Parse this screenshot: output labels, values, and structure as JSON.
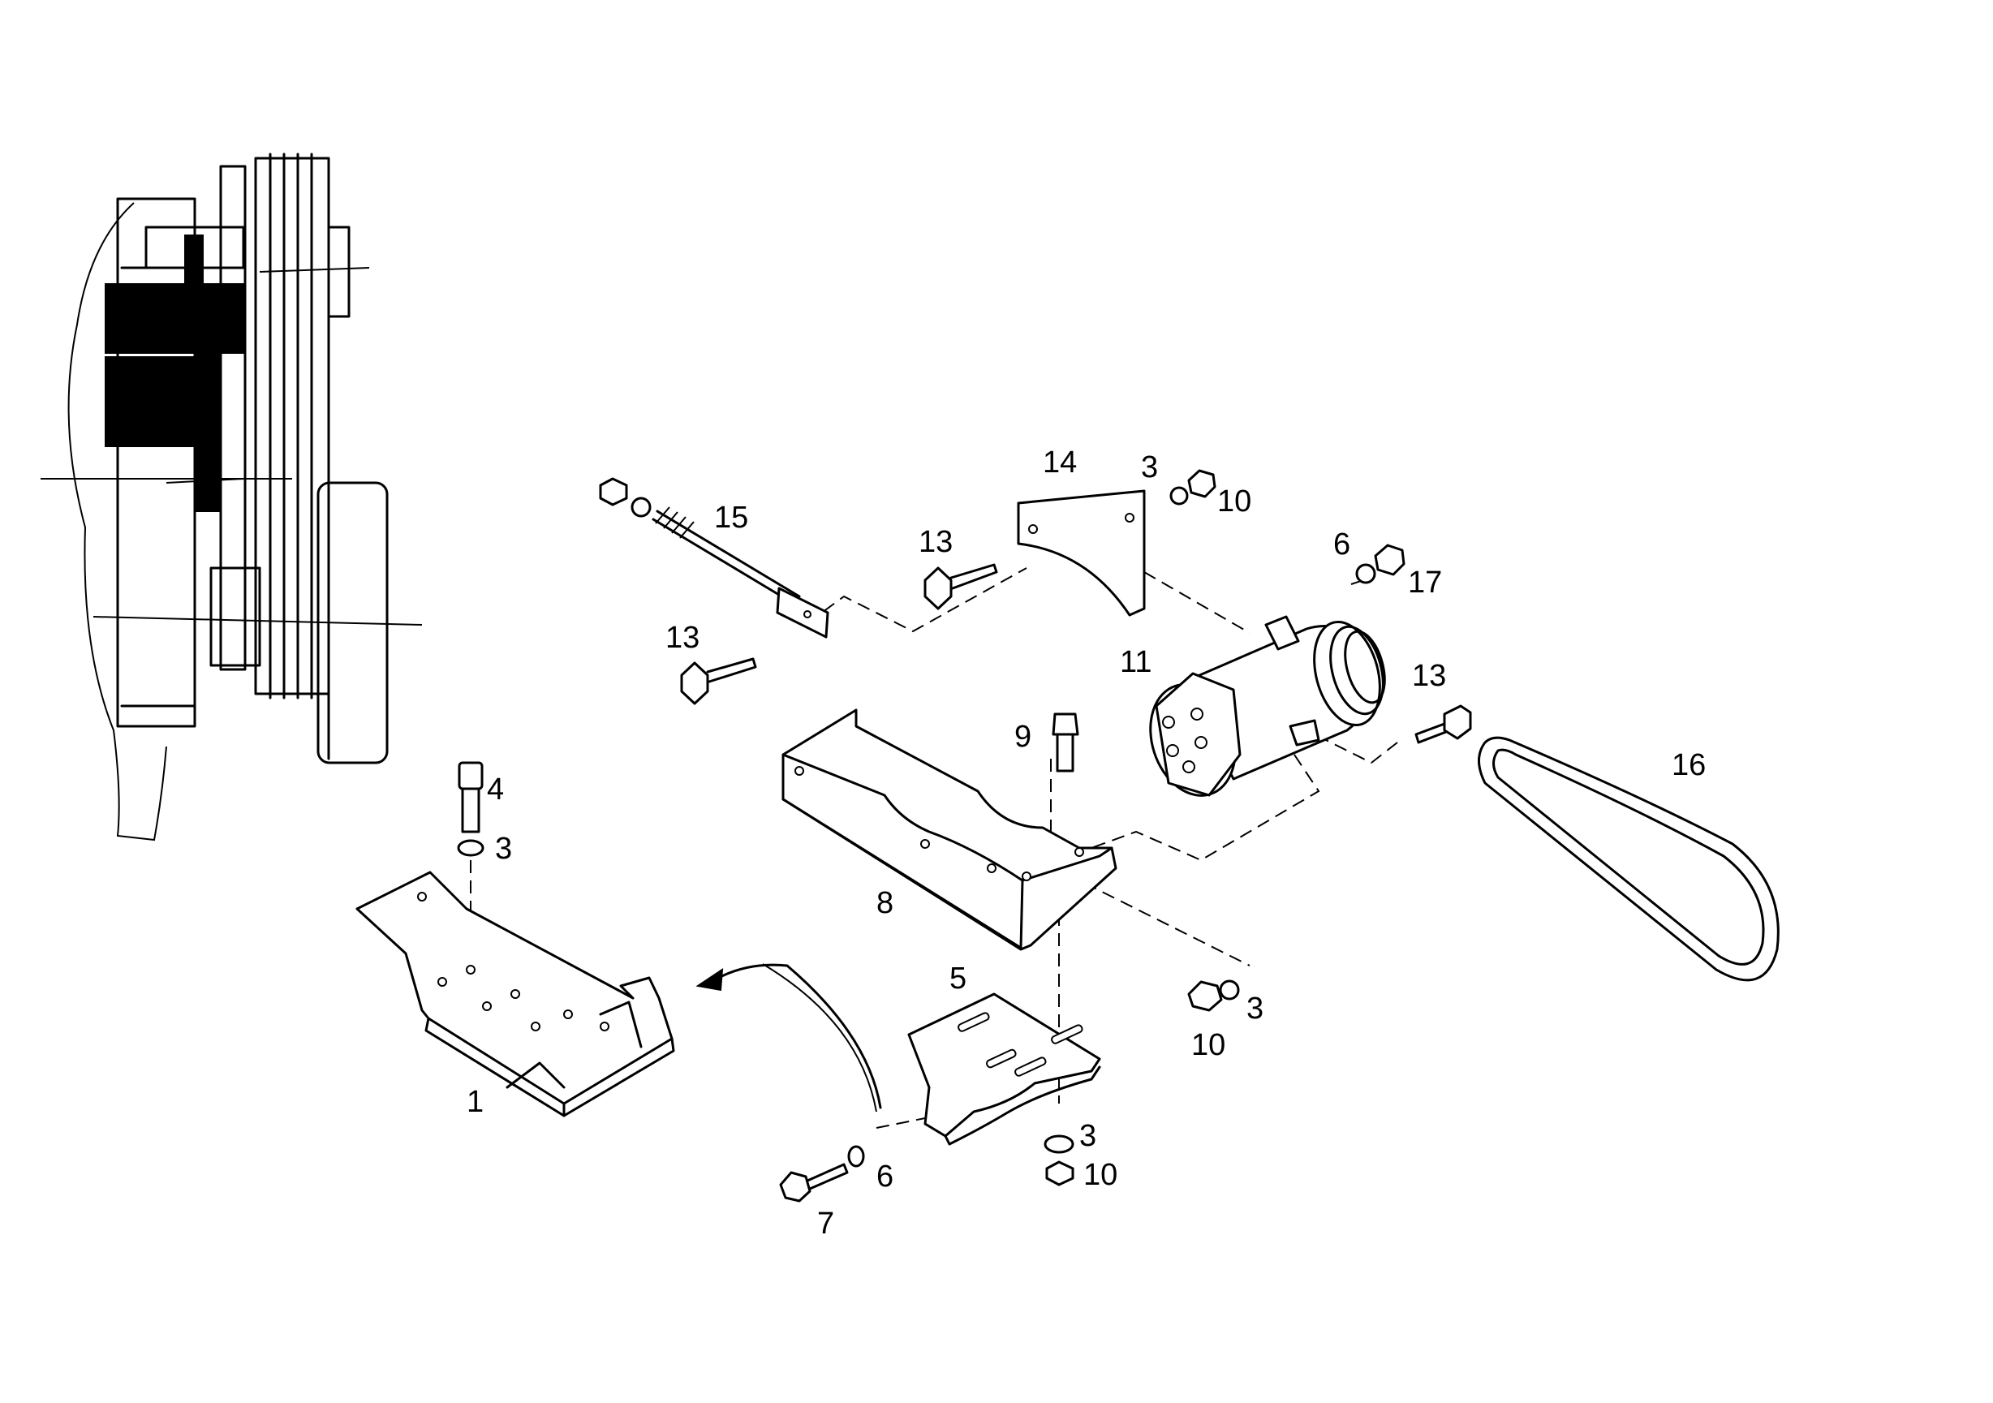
{
  "callouts": {
    "c1": "1",
    "c3a": "3",
    "c3b": "3",
    "c3c": "3",
    "c3d": "3",
    "c4": "4",
    "c5": "5",
    "c6a": "6",
    "c6b": "6",
    "c7": "7",
    "c8": "8",
    "c9": "9",
    "c10a": "10",
    "c10b": "10",
    "c10c": "10",
    "c11": "11",
    "c13a": "13",
    "c13b": "13",
    "c13c": "13",
    "c14": "14",
    "c15": "15",
    "c16": "16",
    "c17": "17"
  }
}
